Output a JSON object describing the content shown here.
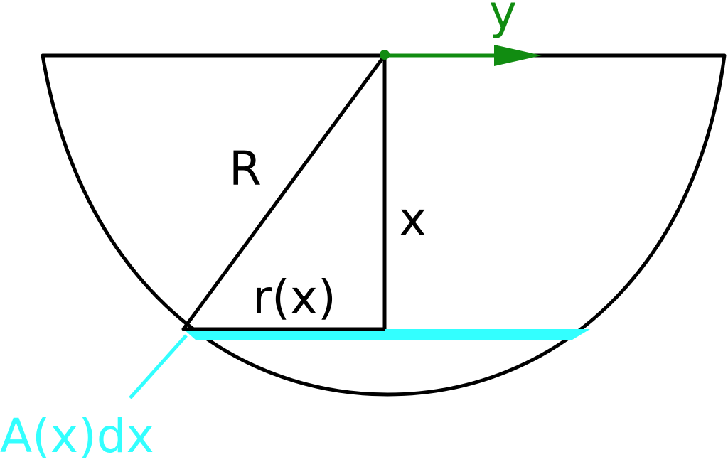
{
  "labels": {
    "radius": "R",
    "depth": "x",
    "slice_radius": "r(x)",
    "axis": "y",
    "slice_volume": "A(x)dx"
  },
  "colors": {
    "outline": "#000000",
    "axis": "#118c11",
    "slice": "#33ffff"
  }
}
